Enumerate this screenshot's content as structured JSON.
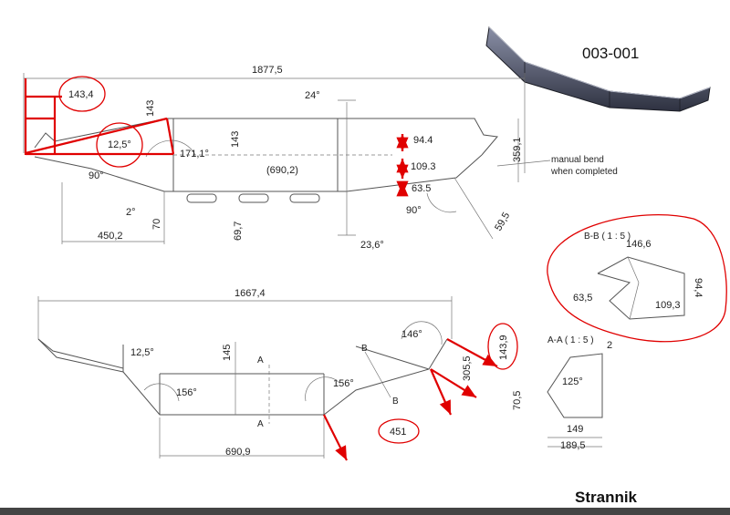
{
  "drawing": {
    "part_number": "003-001",
    "author": "Strannik",
    "note_line1": "manual bend",
    "note_line2": "when completed"
  },
  "top_view": {
    "overall_length": "1877,5",
    "height_143_left": "143",
    "height_143_mid": "143",
    "angle_24": "24°",
    "angle_171": "171,1°",
    "center_length": "(690,2)",
    "dim_94_4": "94.4",
    "dim_109_3": "109.3",
    "dim_63_5": "63.5",
    "dim_359_1": "359,1",
    "angle_90_left": "90°",
    "angle_90_right": "90°",
    "angle_2": "2°",
    "dim_70": "70",
    "dim_450_2": "450,2",
    "dim_69_7": "69,7",
    "angle_23_6": "23,6°",
    "dim_59_5": "59,5",
    "circled_143_4": "143,4",
    "circled_12_5": "12,5°"
  },
  "section_bb": {
    "title": "B-B ( 1 : 5 )",
    "dim_146_6": "146,6",
    "dim_63_5": "63,5",
    "dim_109_3": "109,3",
    "dim_94_4": "94,4"
  },
  "bottom_view": {
    "overall_length": "1667,4",
    "angle_12_5": "12,5°",
    "dim_145": "145",
    "angle_156_left": "156°",
    "angle_156_right": "156°",
    "angle_146": "146°",
    "dim_305_5": "305,5",
    "circled_143_9": "143,9",
    "circled_451": "451",
    "dim_690_9": "690,9",
    "dim_70_5": "70,5",
    "label_a_top": "A",
    "label_a_bottom": "A",
    "label_b_top": "B",
    "label_b_bottom": "B"
  },
  "section_aa": {
    "title": "A-A ( 1 : 5 )",
    "dim_2": "2",
    "angle_125": "125°",
    "dim_149": "149",
    "dim_189_5": "189,5"
  }
}
